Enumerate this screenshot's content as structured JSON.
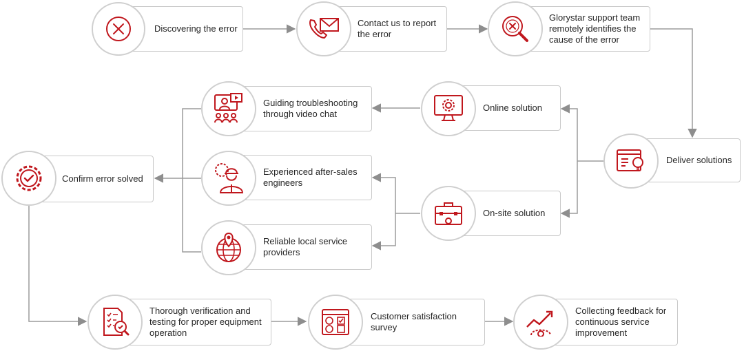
{
  "steps": {
    "discover": "Discovering the error",
    "contact": "Contact us to report the error",
    "identify": "Glorystar support team remotely identifies the cause of the error",
    "deliver": "Deliver solutions",
    "online": "Online solution",
    "onsite": "On-site solution",
    "video": "Guiding troubleshooting through video chat",
    "engineers": "Experienced after-sales engineers",
    "local": "Reliable local service providers",
    "confirm": "Confirm error solved",
    "verify": "Thorough verification and testing for proper equipment operation",
    "survey": "Customer satisfaction survey",
    "feedback": "Collecting feedback for continuous service improvement"
  },
  "colors": {
    "accent": "#c0171d",
    "line": "#9b9b9b",
    "border": "#c9c9c9"
  }
}
